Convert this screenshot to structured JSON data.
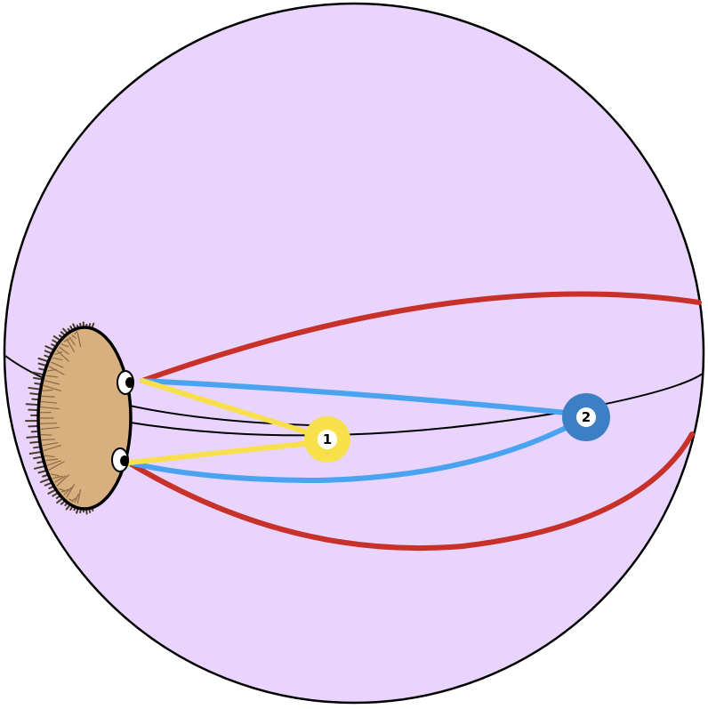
{
  "colors": {
    "sphere_fill": "#e8d4fd",
    "outline": "#000000",
    "head_fill": "#d8b07f",
    "hair": "#4a3a2a",
    "red_path": "#c8302a",
    "blue_path": "#4aa3ef",
    "yellow_path": "#f8e04c",
    "marker_1": "#f8e04c",
    "marker_2": "#3d7fc4",
    "label_bg": "#ffffff"
  },
  "markers": [
    {
      "id": "marker-1",
      "label": "1",
      "color": "#f8e04c",
      "icon": "point-marker-icon"
    },
    {
      "id": "marker-2",
      "label": "2",
      "color": "#3d7fc4",
      "icon": "point-marker-icon"
    }
  ],
  "icons": {
    "head": "hairy-head-icon",
    "eyes": "eye-icon"
  }
}
